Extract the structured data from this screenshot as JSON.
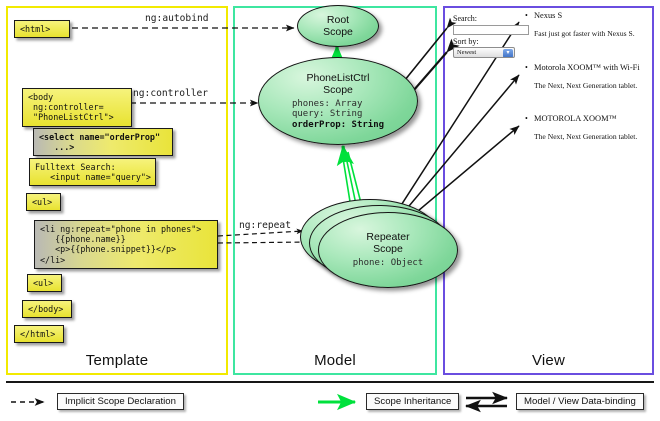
{
  "columns": [
    {
      "label": "Template"
    },
    {
      "label": "Model"
    },
    {
      "label": "View"
    }
  ],
  "template": {
    "boxes": [
      {
        "name": "html-open-tag",
        "code": "<html>"
      },
      {
        "name": "body-tag",
        "code": "<body\n ng:controller=\n \"PhoneListCtrl\">"
      },
      {
        "name": "select-tag",
        "code": "<select name=\"orderProp\"\n   ...>"
      },
      {
        "name": "fulltext-search",
        "code": "Fulltext Search:\n   <input name=\"query\">"
      },
      {
        "name": "ul-open-tag",
        "code": "<ul>"
      },
      {
        "name": "li-repeat",
        "code": "<li ng:repeat=\"phone in phones\">\n   {{phone.name}}\n   <p>{{phone.snippet}}</p>\n</li>"
      },
      {
        "name": "ul-close-tag",
        "code": "<ul>"
      },
      {
        "name": "body-close-tag",
        "code": "</body>"
      },
      {
        "name": "html-close-tag",
        "code": "</html>"
      }
    ]
  },
  "model": {
    "root_scope": {
      "title": "Root\nScope"
    },
    "phonelist_scope": {
      "title": "PhoneListCtrl\nScope",
      "props": [
        "phones: Array",
        "query: String"
      ],
      "bold_prop": "orderProp: String"
    },
    "repeater_scope": {
      "title": "Repeater\nScope",
      "props": [
        "phone: Object"
      ]
    }
  },
  "edges": {
    "autobind": "ng:autobind",
    "controller": "ng:controller",
    "repeat": "ng:repeat"
  },
  "view": {
    "search_label": "Search:",
    "search_value": "",
    "sort_label": "Sort by:",
    "sort_selected": "Newest",
    "phones": [
      {
        "name": "Nexus S",
        "snippet": "Fast just got faster with Nexus S."
      },
      {
        "name": "Motorola XOOM™  with Wi-Fi",
        "snippet": "The Next, Next Generation tablet."
      },
      {
        "name": "MOTOROLA XOOM™",
        "snippet": "The Next, Next Generation tablet."
      }
    ]
  },
  "legend": [
    {
      "name": "implicit-scope-declaration",
      "label": "Implicit Scope Declaration",
      "arrow": "dashed-black"
    },
    {
      "name": "scope-inheritance",
      "label": "Scope Inheritance",
      "arrow": "solid-green"
    },
    {
      "name": "model-view-data-binding",
      "label": "Model / View Data-binding",
      "arrow": "bidirectional-black"
    }
  ],
  "colors": {
    "template_border": "#f2ea00",
    "model_border": "#3ee6a0",
    "view_border": "#6a4de0",
    "inheritance_arrow": "#00e13c",
    "code_box": "#e9e43a",
    "scope_fill": "#8bdfa6"
  }
}
